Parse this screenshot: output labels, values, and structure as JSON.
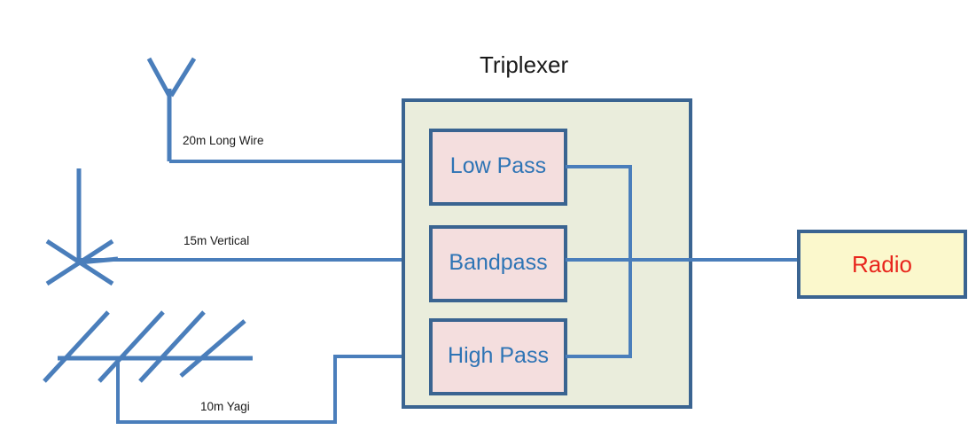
{
  "diagram": {
    "title": "Triplexer",
    "colors": {
      "wire": "#4a7ebb",
      "box_border": "#3a6491",
      "triplexer_fill": "#eaeddc",
      "filter_fill": "#f4dede",
      "radio_fill": "#fbf8cc",
      "filter_text": "#2e74b5",
      "radio_text": "#e8251c",
      "label_text": "#1a1a1a",
      "background": "#ffffff"
    },
    "antennas": [
      {
        "name": "long-wire",
        "label": "20m Long Wire",
        "type": "dipole-vee",
        "connects_to": "Low Pass"
      },
      {
        "name": "vertical",
        "label": "15m Vertical",
        "type": "ground-plane-vertical",
        "connects_to": "Bandpass"
      },
      {
        "name": "yagi",
        "label": "10m Yagi",
        "type": "yagi-beam",
        "connects_to": "High Pass"
      }
    ],
    "triplexer": {
      "title": "Triplexer",
      "filters": [
        {
          "name": "low-pass",
          "label": "Low Pass"
        },
        {
          "name": "bandpass",
          "label": "Bandpass"
        },
        {
          "name": "high-pass",
          "label": "High Pass"
        }
      ]
    },
    "radio": {
      "label": "Radio"
    }
  }
}
